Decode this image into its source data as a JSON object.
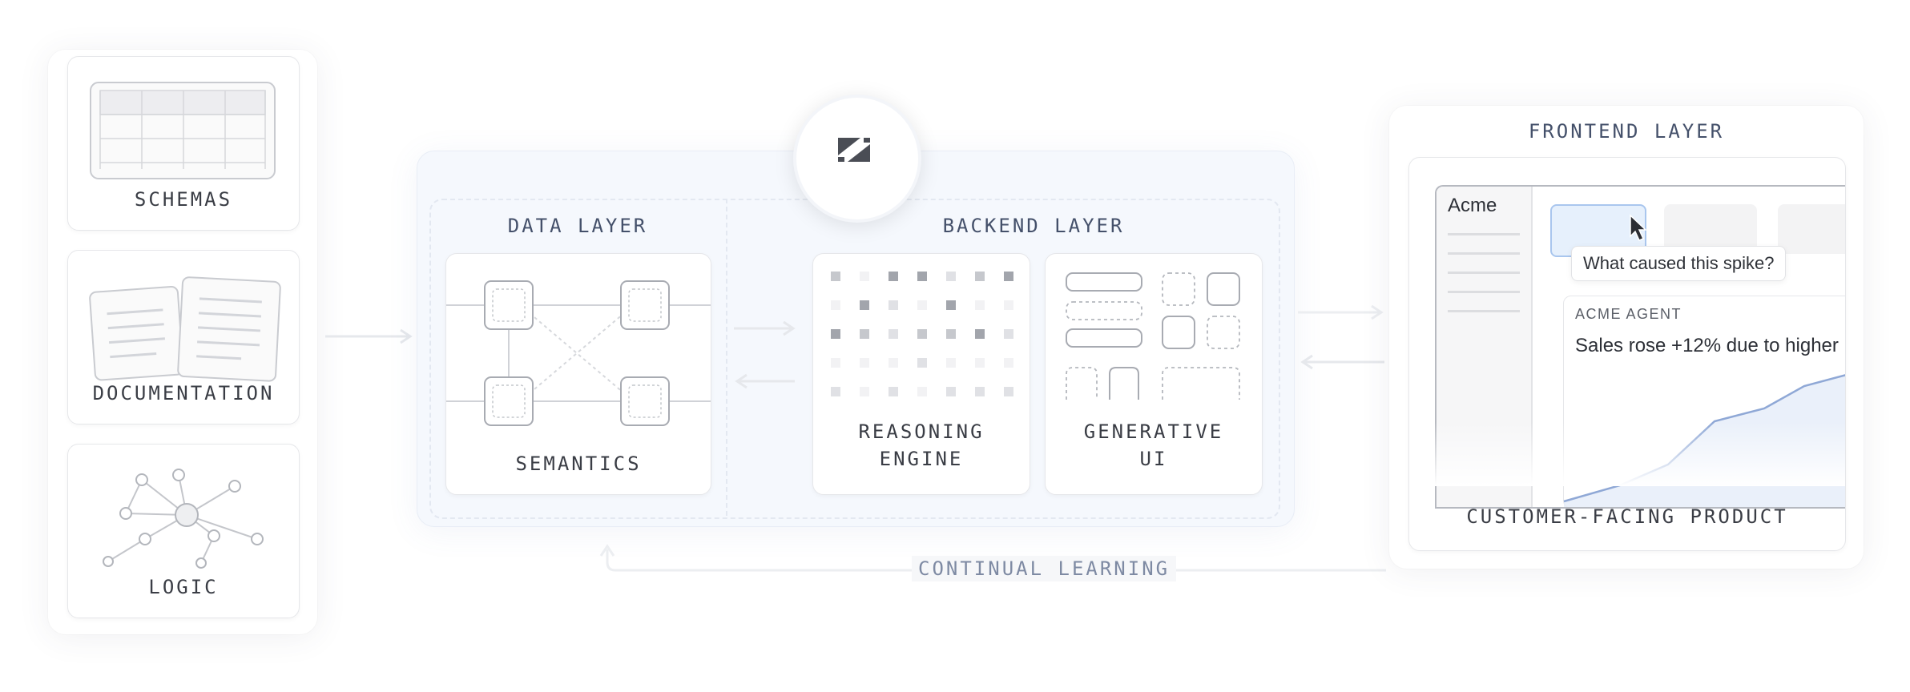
{
  "sources": {
    "schemas_label": "SCHEMAS",
    "documentation_label": "DOCUMENTATION",
    "logic_label": "LOGIC"
  },
  "core": {
    "logo_icon": "layers-logo-icon",
    "data_layer_title": "DATA LAYER",
    "semantics_label": "SEMANTICS",
    "backend_layer_title": "BACKEND LAYER",
    "reasoning_label_line1": "REASONING",
    "reasoning_label_line2": "ENGINE",
    "generative_label_line1": "GENERATIVE",
    "generative_label_line2": "UI"
  },
  "frontend": {
    "title": "FRONTEND LAYER",
    "app_name": "Acme",
    "tooltip_text": "What caused this spike?",
    "agent_label": "ACME AGENT",
    "agent_message": "Sales rose +12% due to higher",
    "product_label": "CUSTOMER-FACING PRODUCT"
  },
  "feedback": {
    "label": "CONTINUAL LEARNING"
  },
  "colors": {
    "accent_blue": "#7b9bd6",
    "layer_label": "#44506a",
    "highlight_fill": "#e6f0fc"
  }
}
